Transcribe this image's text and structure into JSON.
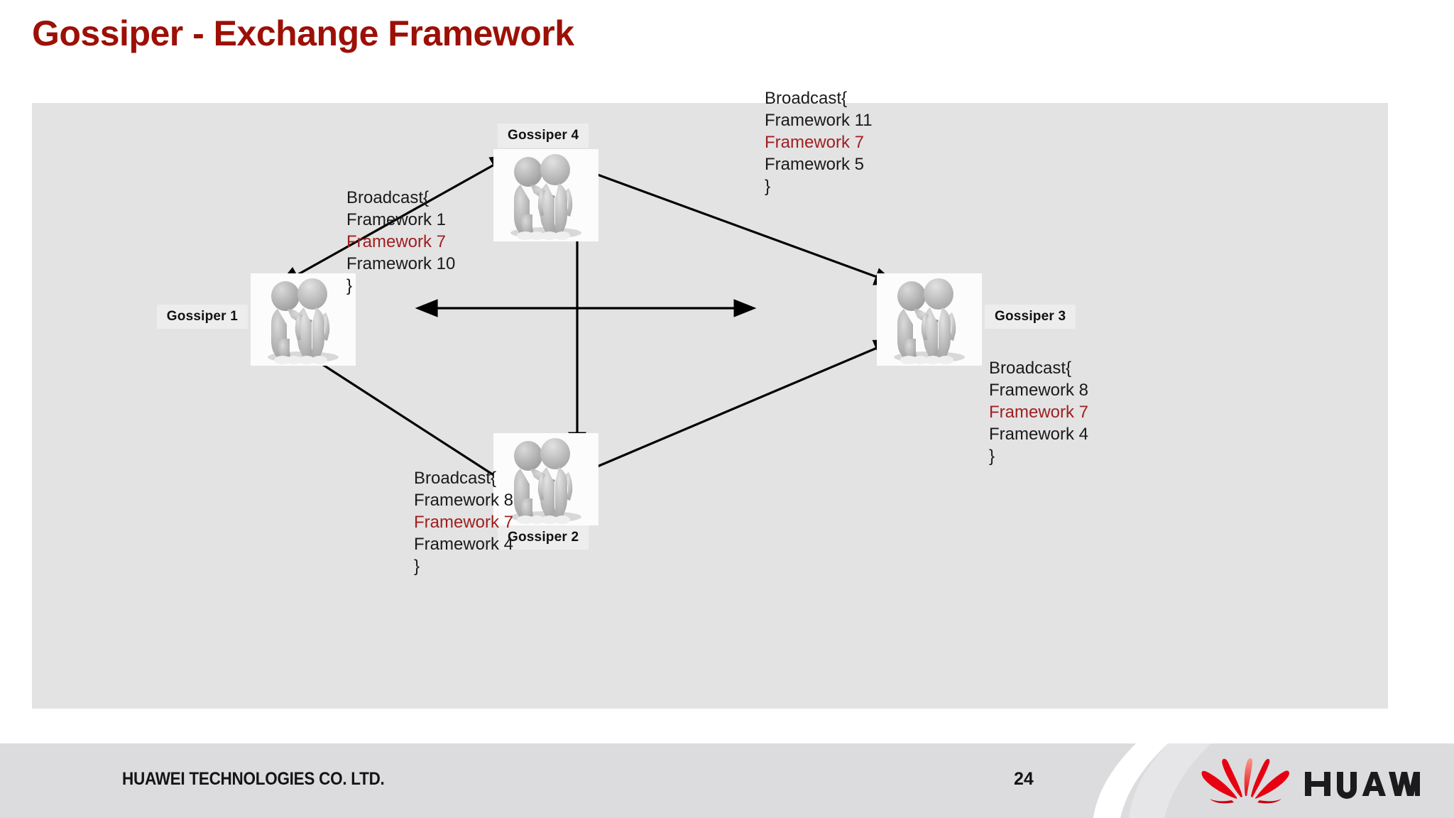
{
  "slide": {
    "title": "Gossiper - Exchange Framework",
    "title_color": "#9c1006",
    "panel_bg": "#e3e3e4",
    "highlight_color": "#a02020"
  },
  "nodes": [
    {
      "id": "gossiper-4",
      "label": "Gossiper 4",
      "label_pos": "above"
    },
    {
      "id": "gossiper-1",
      "label": "Gossiper 1",
      "label_pos": "left"
    },
    {
      "id": "gossiper-3",
      "label": "Gossiper 3",
      "label_pos": "right"
    },
    {
      "id": "gossiper-2",
      "label": "Gossiper 2",
      "label_pos": "below"
    }
  ],
  "broadcasts": {
    "top_right": {
      "owner": "gossiper-4",
      "lines": [
        {
          "text": "Broadcast{",
          "highlight": false
        },
        {
          "text": "Framework 11",
          "highlight": false
        },
        {
          "text": "Framework 7",
          "highlight": true
        },
        {
          "text": "Framework 5",
          "highlight": false
        },
        {
          "text": "}",
          "highlight": false
        }
      ]
    },
    "left": {
      "owner": "gossiper-1",
      "lines": [
        {
          "text": "Broadcast{",
          "highlight": false
        },
        {
          "text": "Framework 1",
          "highlight": false
        },
        {
          "text": "Framework 7",
          "highlight": true
        },
        {
          "text": "Framework 10",
          "highlight": false
        },
        {
          "text": "}",
          "highlight": false
        }
      ]
    },
    "right": {
      "owner": "gossiper-3",
      "lines": [
        {
          "text": "Broadcast{",
          "highlight": false
        },
        {
          "text": "Framework 8",
          "highlight": false
        },
        {
          "text": "Framework 7",
          "highlight": true
        },
        {
          "text": "Framework 4",
          "highlight": false
        },
        {
          "text": "}",
          "highlight": false
        }
      ]
    },
    "bottom": {
      "owner": "gossiper-2",
      "lines": [
        {
          "text": "Broadcast{",
          "highlight": false
        },
        {
          "text": "Framework 8",
          "highlight": false
        },
        {
          "text": "Framework 7",
          "highlight": true
        },
        {
          "text": "Framework 4",
          "highlight": false
        },
        {
          "text": "}",
          "highlight": false
        }
      ]
    }
  },
  "footer": {
    "company": "HUAWEI TECHNOLOGIES CO. LTD.",
    "page_number": "24",
    "brand": "HUAWEI",
    "brand_color": "#e60012",
    "bar_bg": "#dcdcde"
  }
}
